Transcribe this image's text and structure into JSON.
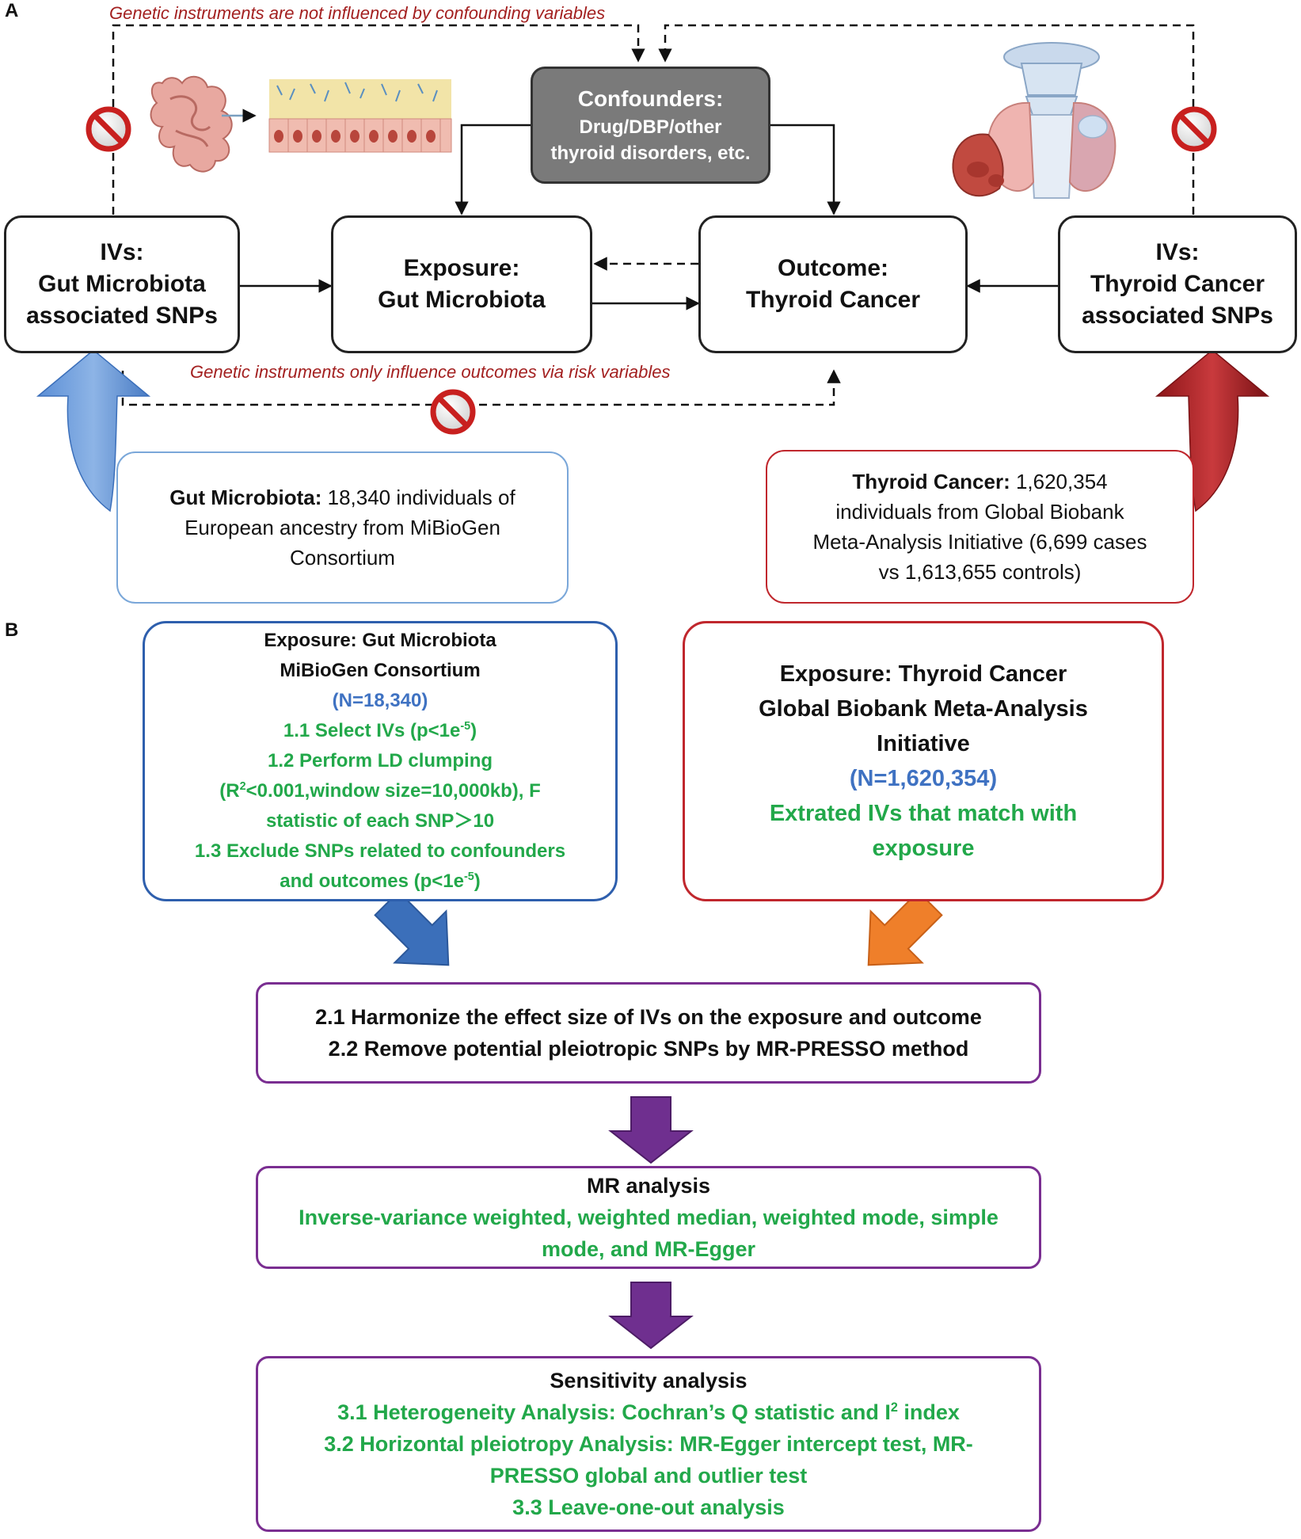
{
  "panels": {
    "a": "A",
    "b": "B"
  },
  "notes": {
    "top": "Genetic instruments are not influenced by confounding variables",
    "bottom": "Genetic instruments only influence outcomes via risk variables"
  },
  "confounders": {
    "title": "Confounders:",
    "lines": [
      "Drug/DBP/other",
      "thyroid disorders, etc."
    ]
  },
  "ivs_left": [
    "IVs:",
    "Gut Microbiota",
    "associated SNPs"
  ],
  "exposure": [
    "Exposure:",
    "Gut Microbiota"
  ],
  "outcome": [
    "Outcome:",
    "Thyroid Cancer"
  ],
  "ivs_right": [
    "IVs:",
    "Thyroid Cancer",
    "associated SNPs"
  ],
  "source_left": {
    "bold": "Gut Microbiota:",
    "text1": " 18,340 individuals of",
    "text2": "European ancestry from MiBioGen",
    "text3": "Consortium"
  },
  "source_right": {
    "bold": "Thyroid Cancer:",
    "text1": " 1,620,354",
    "text2": "individuals from Global Biobank",
    "text3": "Meta-Analysis Initiative  (6,699 cases",
    "text4": "vs 1,613,655 controls)"
  },
  "exposure_box": {
    "title1": "Exposure: Gut Microbiota",
    "title2": "MiBioGen Consortium",
    "n": "(N=18,340)",
    "s1_pre": "1.1 Select IVs (p<1e",
    "s1_sup": "-5",
    "s1_post": ")",
    "s2": "1.2 Perform LD clumping",
    "s2b_pre": "(R",
    "s2b_sup": "2",
    "s2b_post": "<0.001,window size=10,000kb), F",
    "s2c": "statistic of each SNP＞10",
    "s3": "1.3 Exclude SNPs related to confounders",
    "s3b_pre": "and outcomes (p<1e",
    "s3b_sup": "-5",
    "s3b_post": ")"
  },
  "outcome_box": {
    "title1": "Exposure: Thyroid Cancer",
    "title2": "Global Biobank Meta-Analysis",
    "title3": "Initiative",
    "n": "(N=1,620,354)",
    "s1": "Extrated IVs that match with",
    "s2": "exposure"
  },
  "harmonize": {
    "l1": "2.1 Harmonize the effect size of IVs on the exposure and outcome",
    "l2": "2.2 Remove potential pleiotropic SNPs by MR-PRESSO method"
  },
  "mr": {
    "title": "MR analysis",
    "l1": "Inverse-variance weighted, weighted median, weighted mode, simple",
    "l2": "mode, and MR-Egger"
  },
  "sensitivity": {
    "title": "Sensitivity analysis",
    "l1_pre": "3.1 Heterogeneity Analysis: Cochran’s Q statistic and I",
    "l1_sup": "2",
    "l1_post": " index",
    "l2": "3.2 Horizontal pleiotropy Analysis: MR-Egger intercept test, MR-",
    "l3": "PRESSO global and outlier test",
    "l4": "3.3 Leave-one-out analysis"
  },
  "colors": {
    "green": "#22a84a",
    "blue_text": "#3f72c2",
    "blue_arrow": "#3b6fba",
    "orange_arrow": "#ef7f2a",
    "purple_arrow": "#6f2f8f",
    "dark_red": "#a81e22",
    "note_red": "#a32020"
  },
  "icons": [
    "no-entry-icon",
    "intestine-illustration",
    "thyroid-illustration",
    "block-arrow-icon"
  ]
}
